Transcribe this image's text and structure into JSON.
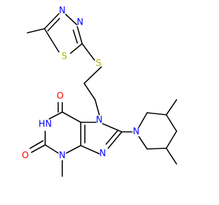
{
  "colors": {
    "bond": "#000000",
    "nitrogen": "#0000ff",
    "oxygen": "#ff0000",
    "sulfur": "#b2b200",
    "background": "#ffffff"
  },
  "atoms": {
    "N_td1": "N",
    "N_td2": "N",
    "S_ring": "S",
    "S_link": "S",
    "N7": "N",
    "N9": "N",
    "N1": "HN",
    "N3": "N",
    "O6": "O",
    "O2": "O",
    "N_pip": "N"
  }
}
